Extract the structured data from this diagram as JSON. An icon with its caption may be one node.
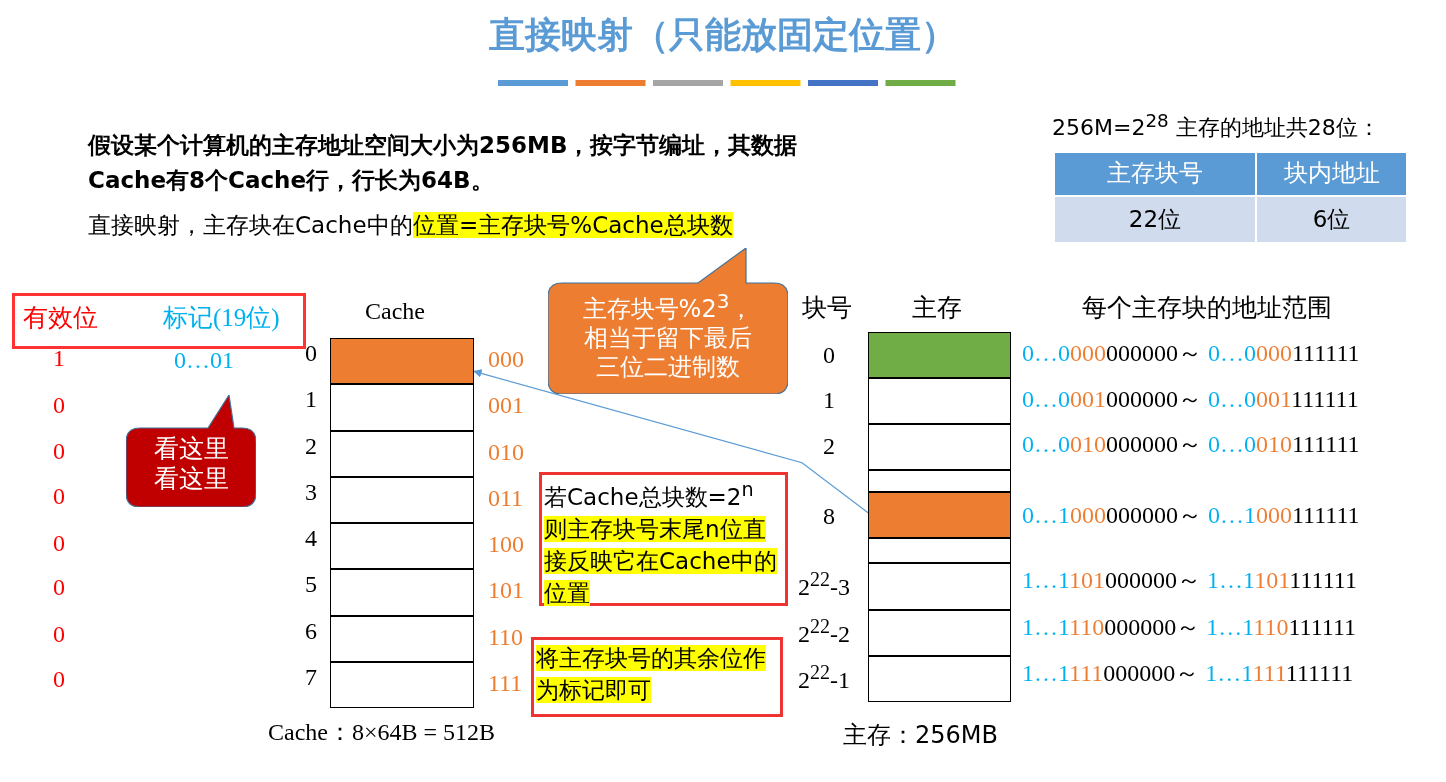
{
  "diagram": {
    "title": "直接映射（只能放固定位置）",
    "nodes": [
      {
        "text": [
          "有效位",
          "标记(19位)"
        ]
      },
      {
        "text": [
          "看这里看这里"
        ]
      },
      {
        "text": [
          "主存块号%2$^{3}$，相当于留下最后三位二进制数"
        ]
      },
      {
        "text": [
          "若Cache总块数=2$^{n}$",
          "则主存块号末尾n位直接反映它在Cache中的位置"
        ]
      },
      {
        "text": [
          "将主存块号的其余位作为标记即可"
        ]
      },
      {
        "text": [],
        "shape": "box"
      },
      {
        "text": [],
        "shape": "box"
      },
      {
        "text": [],
        "shape": "box"
      },
      {
        "text": [],
        "shape": "box"
      },
      {
        "text": [],
        "shape": "box"
      },
      {
        "text": [],
        "shape": "box"
      },
      {
        "text": [],
        "shape": "box"
      },
      {
        "text": [],
        "shape": "box"
      },
      {
        "text": [],
        "shape": "box"
      },
      {
        "text": [],
        "shape": "box"
      },
      {
        "text": [],
        "shape": "box"
      },
      {
        "text": [],
        "shape": "box"
      },
      {
        "text": [],
        "shape": "box"
      },
      {
        "text": [],
        "shape": "box"
      },
      {
        "text": [],
        "shape": "box"
      },
      {
        "text": [],
        "shape": "box"
      },
      {
        "text": [],
        "shape": "box"
      }
    ],
    "edges": [
      {
        "from": 17,
        "to": 5,
        "arrow": "to",
        "color": "#5b9bd5"
      }
    ],
    "labels": [
      "假设某个计算机的主存地址空间大小为256MB，按**字节**编址，其数据Cache有8个Cache行，行长为64B。",
      "直接映射，主存块在Cache中的",
      "位置=主存块号%Cache总块数",
      "256M=2$^{28}$ 主存的地址共28位：",
      "主存块号",
      "块内地址",
      "22位",
      "6位",
      "Cache",
      "1",
      "0",
      "0",
      "0",
      "0",
      "0",
      "0",
      "0",
      "0…01",
      "0",
      "1",
      "2",
      "3",
      "4",
      "5",
      "6",
      "7",
      "000",
      "001",
      "010",
      "011",
      "100",
      "101",
      "110",
      "111",
      "块号",
      "主存",
      "每个主存块的地址范围",
      "0",
      "1",
      "2",
      "8",
      "2$^{22}$-3",
      "2$^{22}$-2",
      "2$^{22}$-1",
      "0…0000000000～ 0…0000111111",
      "0…0001000000～ 0…0001111111",
      "0…0010000000～ 0…0010111111",
      "0…1000000000～ 0…1000111111",
      "1…1101000000～ 1…1101111111",
      "1…1110000000～ 1…1110111111",
      "1…1111000000～ 1…1111111111",
      "Cache：8×64B = 512B",
      "主存：256MB"
    ]
  }
}
